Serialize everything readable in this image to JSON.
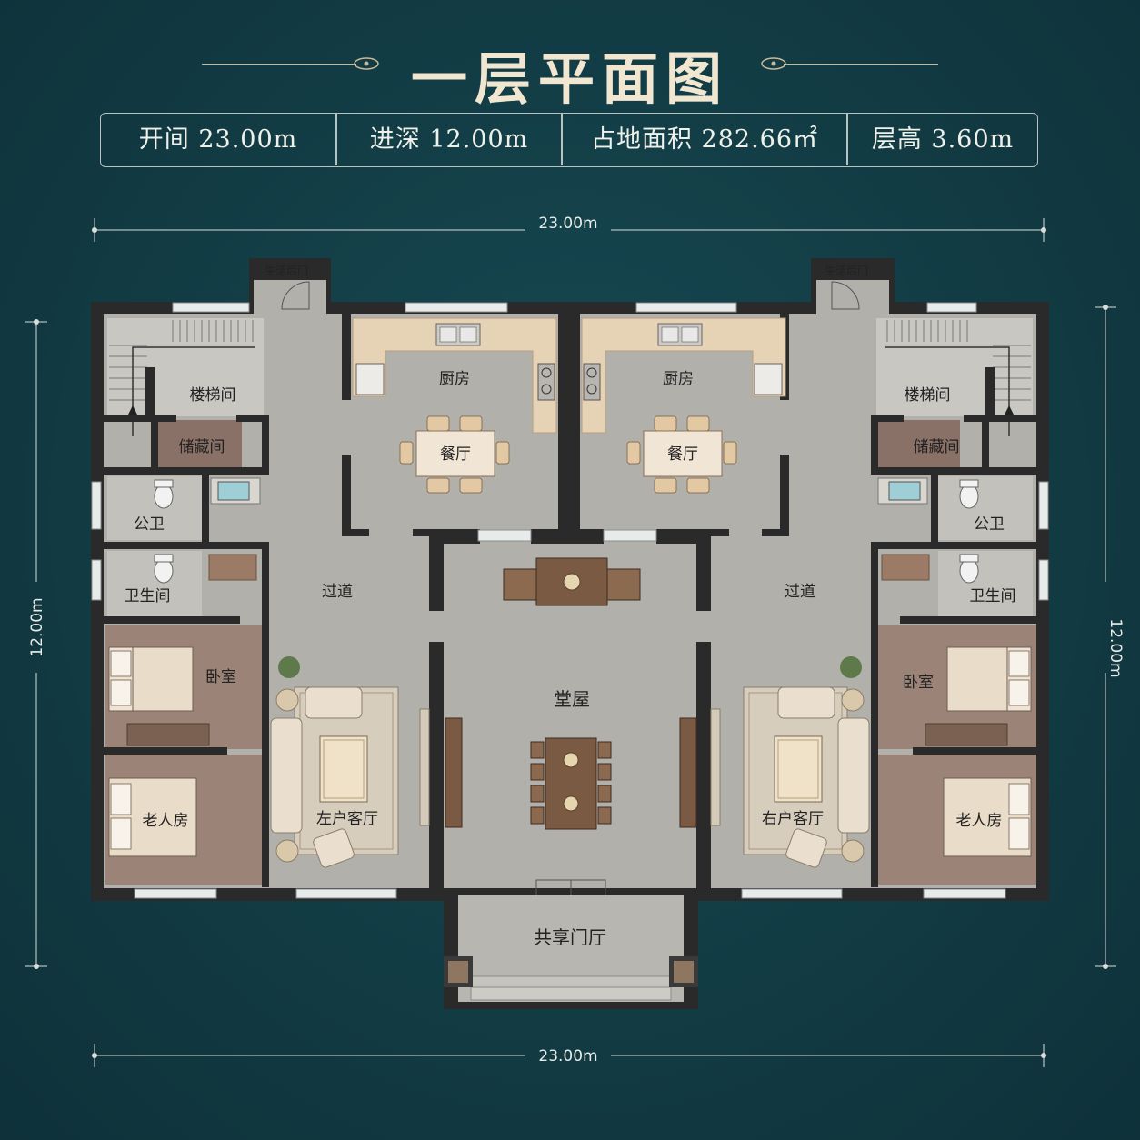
{
  "title": "一层平面图",
  "info": [
    {
      "label": "开间",
      "value": "23.00m"
    },
    {
      "label": "进深",
      "value": "12.00m"
    },
    {
      "label": "占地面积",
      "value": "282.66㎡"
    },
    {
      "label": "层高",
      "value": "3.60m"
    }
  ],
  "dimensions": {
    "top": "23.00m",
    "bottom": "23.00m",
    "left": "12.00m",
    "right": "12.00m"
  },
  "rooms": {
    "back_door_left": "生活后门",
    "back_door_right": "生活后门",
    "stair_left": "楼梯间",
    "stair_right": "楼梯间",
    "storage_left": "储藏间",
    "storage_right": "储藏间",
    "kitchen_left": "厨房",
    "kitchen_right": "厨房",
    "dining_left": "餐厅",
    "dining_right": "餐厅",
    "public_wc_left": "公卫",
    "public_wc_right": "公卫",
    "bath_left": "卫生间",
    "bath_right": "卫生间",
    "corridor_left": "过道",
    "corridor_right": "过道",
    "bedroom_left": "卧室",
    "bedroom_right": "卧室",
    "elder_left": "老人房",
    "elder_right": "老人房",
    "living_left": "左户客厅",
    "living_right": "右户客厅",
    "main_hall": "堂屋",
    "entrance": "共享门厅"
  },
  "colors": {
    "background": "#123b44",
    "wall": "#2a2a2a",
    "floor_gray": "#b2b0ab",
    "floor_brown": "#9b8378",
    "cabinet": "#e6d2b5",
    "title": "#f1e6d0"
  }
}
